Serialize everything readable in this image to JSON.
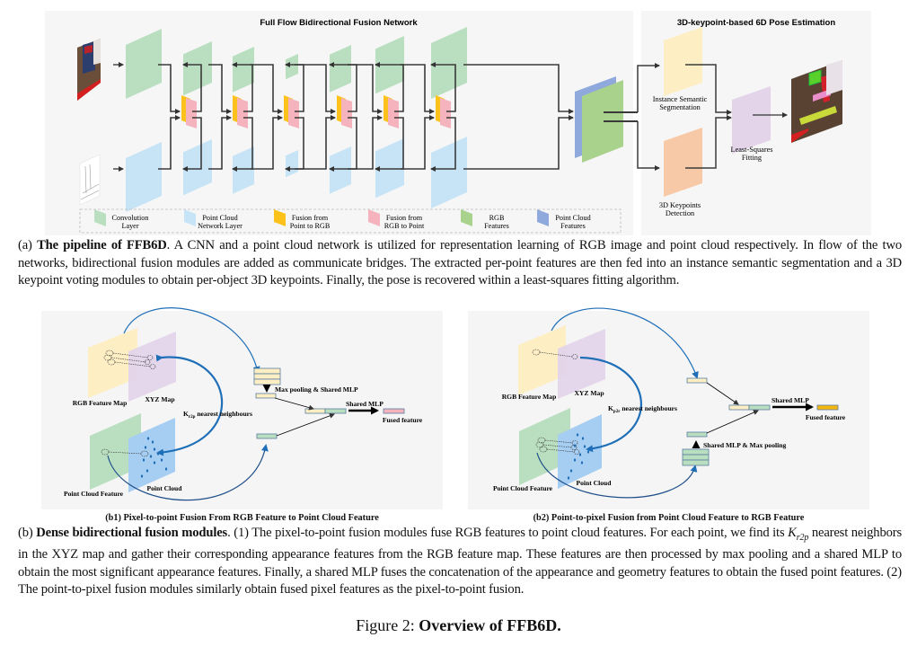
{
  "figure": {
    "number_label": "Figure 2:",
    "title": "Overview of FFB6D."
  },
  "panel_a": {
    "network_title": "Full Flow Bidirectional Fusion Network",
    "pose_title": "3D-keypoint-based 6D Pose Estimation",
    "stage_labels": {
      "instance_seg": [
        "Instance Semantic",
        "Segmentation"
      ],
      "keypoints": [
        "3D Keypoints",
        "Detection"
      ],
      "least_squares": [
        "Least-Squares",
        "Fitting"
      ]
    },
    "legend": [
      {
        "name": "convolution-layer",
        "lines": [
          "Convolution",
          "Layer"
        ],
        "color": "#b9dfc0"
      },
      {
        "name": "point-cloud-network-layer",
        "lines": [
          "Point Cloud",
          "Network Layer"
        ],
        "color": "#c6e4f6"
      },
      {
        "name": "fusion-point-to-rgb",
        "lines": [
          "Fusion from",
          "Point to RGB"
        ],
        "color": "#fcc21b"
      },
      {
        "name": "fusion-rgb-to-point",
        "lines": [
          "Fusion from",
          "RGB to Point"
        ],
        "color": "#f4b3bd"
      },
      {
        "name": "rgb-features",
        "lines": [
          "RGB",
          "Features"
        ],
        "color": "#a9d28c"
      },
      {
        "name": "point-cloud-features",
        "lines": [
          "Point Cloud",
          "Features"
        ],
        "color": "#8fa9dc"
      }
    ],
    "stage_colors": {
      "instance_seg": "#fdeec4",
      "keypoints": "#f8c9a6",
      "least_squares": "#e3d4ea"
    },
    "caption_label": "(a)",
    "caption_bold": "The pipeline of FFB6D",
    "caption_text": ". A CNN and a point cloud network is utilized for representation learning of RGB image and point cloud respectively. In flow of the two networks, bidirectional fusion modules are added as communicate bridges. The extracted per-point features are then fed into an instance semantic segmentation and a 3D keypoint voting modules to obtain per-object 3D keypoints. Finally, the pose is recovered within a least-squares fitting algorithm."
  },
  "panel_b1": {
    "rgb_feature_map": "RGB Feature Map",
    "xyz_map": "XYZ Map",
    "neighbours_k": "K",
    "neighbours_sub": "r2p",
    "neighbours_text": "nearest neighbours",
    "maxpool_label": "Max pooling & Shared MLP",
    "shared_mlp": "Shared MLP",
    "fused_feature": "Fused feature",
    "point_cloud_feature": "Point Cloud Feature",
    "point_cloud": "Point Cloud",
    "sublabel": "(b1) Pixel-to-point Fusion From RGB Feature to Point Cloud Feature",
    "fused_color": "#f4b3bd"
  },
  "panel_b2": {
    "rgb_feature_map": "RGB Feature Map",
    "xyz_map": "XYZ Map",
    "neighbours_k": "K",
    "neighbours_sub": "p2r",
    "neighbours_text": "nearest neighbours",
    "maxpool_label": "Shared MLP & Max pooling",
    "shared_mlp": "Shared MLP",
    "fused_feature": "Fused feature",
    "point_cloud_feature": "Point Cloud Feature",
    "point_cloud": "Point Cloud",
    "sublabel": "(b2) Point-to-pixel Fusion from Point Cloud Feature to RGB Feature",
    "fused_color": "#f5b70f"
  },
  "caption_b": {
    "label": "(b)",
    "bold": "Dense bidirectional fusion modules",
    "text_1": ". (1) The pixel-to-point fusion modules fuse RGB features to point cloud features. For each point, we find its ",
    "k_symbol": "K",
    "k_sub": "r2p",
    "text_2": " nearest neighbors in the XYZ map and gather their corresponding appearance features from the RGB feature map. These features are then processed by max pooling and a shared MLP to obtain the most significant appearance features. Finally, a shared MLP fuses the concatenation of the appearance and geometry features to obtain the fused point features. (2) The point-to-pixel fusion modules similarly obtain fused pixel features as the pixel-to-point fusion."
  }
}
